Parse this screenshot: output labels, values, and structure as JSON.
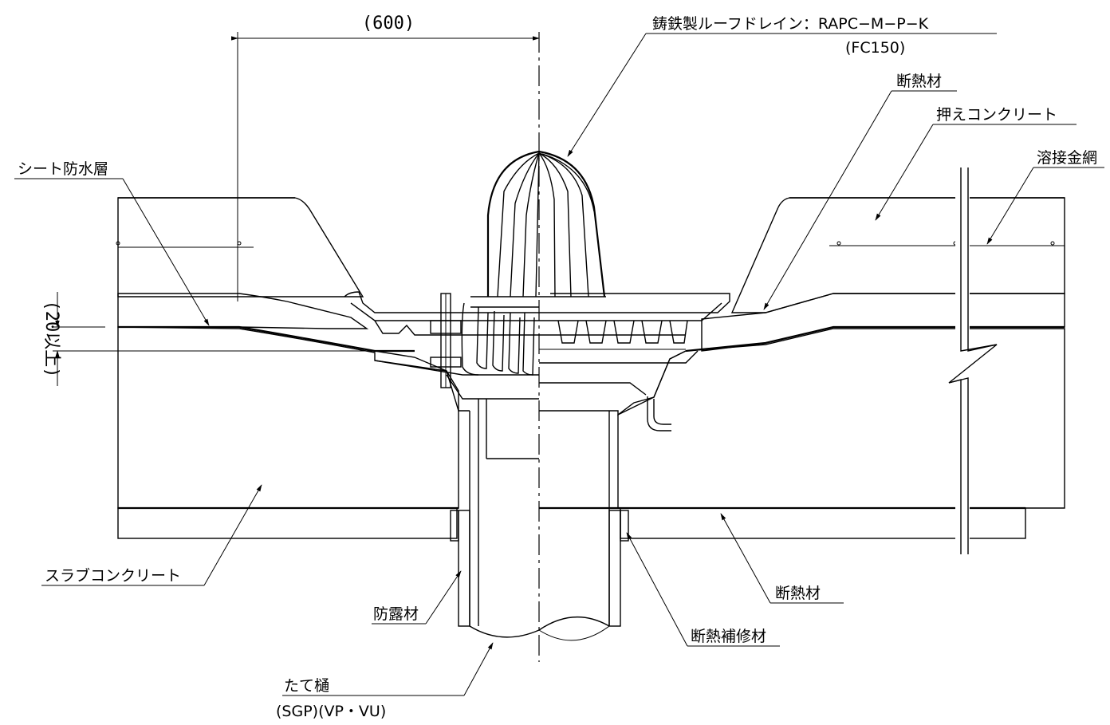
{
  "drawing": {
    "dimension_top": "(600)",
    "dimension_side": "(20以上)",
    "labels": {
      "drain_name": "鋳鉄製ルーフドレイン：RAPC−M−P−K",
      "drain_material": "(FC150)",
      "insulation_top": "断熱材",
      "protective_concrete": "押えコンクリート",
      "welded_wire_mesh": "溶接金網",
      "sheet_waterproof": "シート防水層",
      "slab_concrete": "スラブコンクリート",
      "anti_condensation": "防露材",
      "insulation_bottom": "断熱材",
      "insulation_repair": "断熱補修材",
      "downpipe": "たて樋",
      "downpipe_material": "(SGP)(VP・VU)"
    }
  }
}
